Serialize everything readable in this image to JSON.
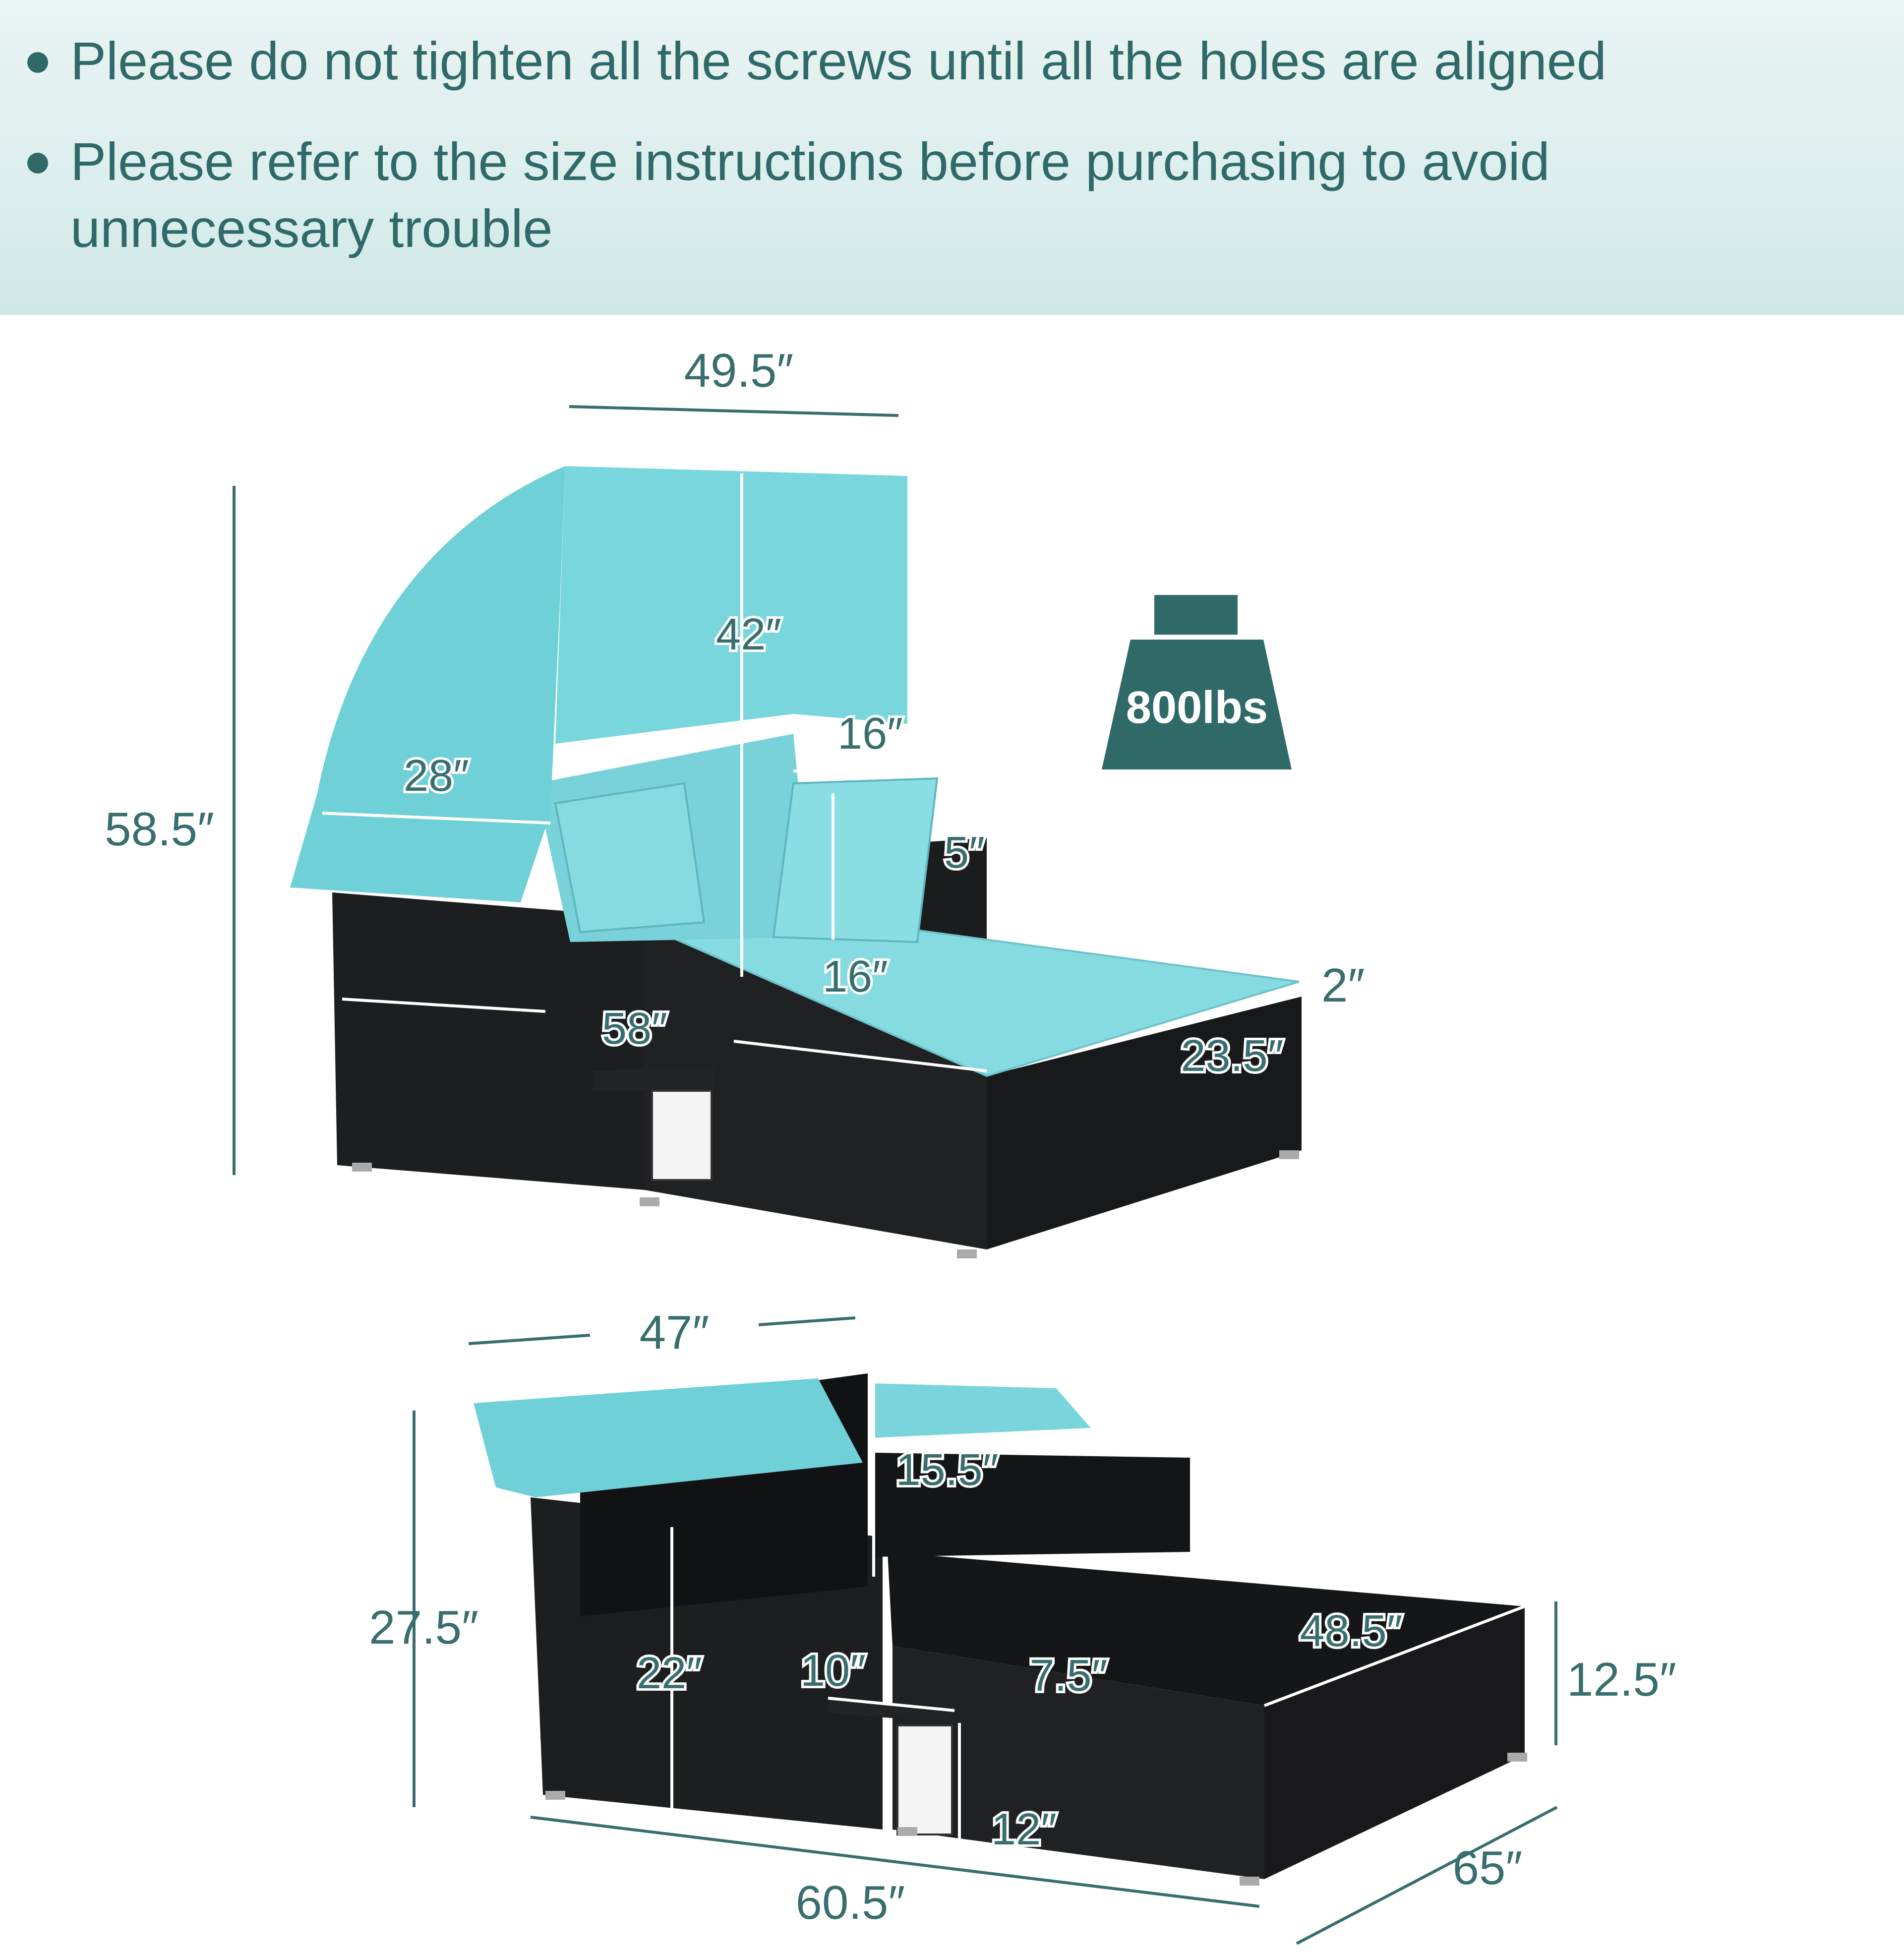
{
  "notes": [
    "Please do not tighten all the screws until all the holes are aligned",
    "Please refer to the size instructions before purchasing to avoid unnecessary trouble"
  ],
  "top_view": {
    "width": "49.5″",
    "height": "58.5″",
    "canopy_height": "42″",
    "canopy_depth": "28″",
    "pillow_width": "16″",
    "pillow_height": "16″",
    "pillow_thickness": "5″",
    "cushion_thickness": "2″",
    "seat_depth": "58″",
    "side_depth": "23.5″",
    "max_load": "800lbs"
  },
  "bottom_view": {
    "back_width": "47″",
    "back_height": "15.5″",
    "total_height": "27.5″",
    "arm_height": "22″",
    "tray_width": "10″",
    "tray_depth": "7.5″",
    "tray_height": "12″",
    "seat_width": "48.5″",
    "seat_height": "12.5″",
    "length": "60.5″",
    "depth": "65″"
  },
  "colors": {
    "accent": "#2f6a69",
    "cushion": "#7fd8df",
    "frame": "#1c1d1f",
    "banner": "#dbeeed"
  }
}
